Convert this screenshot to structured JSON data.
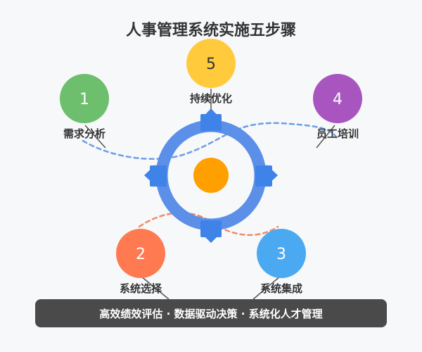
{
  "title": "人事管理系统实施五步骤",
  "steps": [
    {
      "number": "1",
      "label": "需求分析",
      "color": "#6dbf6d"
    },
    {
      "number": "2",
      "label": "系统选择",
      "color": "#ff7a50"
    },
    {
      "number": "3",
      "label": "系统集成",
      "color": "#4aa9f0"
    },
    {
      "number": "4",
      "label": "员工培训",
      "color": "#a955c0"
    },
    {
      "number": "5",
      "label": "持续优化",
      "color": "#ffcb3d"
    }
  ],
  "footer": "高效绩效评估 · 数据驱动决策 · 系统化人才管理",
  "colors": {
    "ring": "#5b8fe8",
    "connector": "#3f82e8",
    "center": "#ff9f00",
    "footer_bg": "#4a4a4a",
    "curve_blue": "#6c9ee6",
    "curve_orange": "#f08a6a"
  }
}
